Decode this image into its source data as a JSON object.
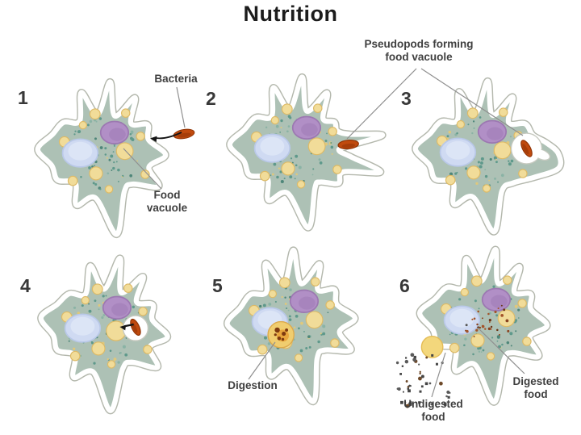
{
  "title": "Nutrition",
  "stages": [
    {
      "number": "1"
    },
    {
      "number": "2"
    },
    {
      "number": "3"
    },
    {
      "number": "4"
    },
    {
      "number": "5"
    },
    {
      "number": "6"
    }
  ],
  "annotations": {
    "bacteria": "Bacteria",
    "food_vacuole": "Food vacuole",
    "pseudopods": "Pseudopods forming food vacuole",
    "digestion": "Digestion",
    "undigested_food": "Undigested food",
    "digested_food": "Digested food"
  },
  "colors": {
    "body": "#adc1b5",
    "membrane": "#b4b8ad",
    "white_band": "#ffffff",
    "nucleus": "#b18fc6",
    "nucleus_edge": "#9c78b1",
    "contractile_vacuole": "#cfdaf2",
    "contractile_edge": "#b9c8e8",
    "food_vacuole": "#f1dc99",
    "food_vacuole_edge": "#ddba66",
    "bacterium": "#c04a0e",
    "bacterium_dark": "#8f3305",
    "speckle": "#5f998b",
    "digest_fill": "#f0cd6f",
    "digest_edge": "#dca94b",
    "digest_bits": "#7e3a10",
    "digested_particles": "#8a4420",
    "undigested_particles": "#454545",
    "white_vacuole_edge": "#c6c9bf",
    "connector": "#8f8f8f",
    "arrow": "#151515",
    "label_text": "#3f3f3f"
  }
}
